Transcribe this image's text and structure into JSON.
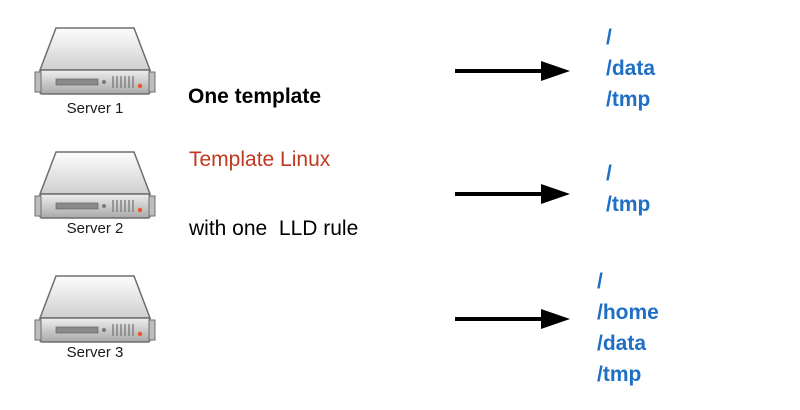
{
  "servers": [
    {
      "label": "Server 1",
      "paths": [
        "/",
        "/data",
        "/tmp"
      ]
    },
    {
      "label": "Server 2",
      "paths": [
        "/",
        "/tmp"
      ]
    },
    {
      "label": "Server 3",
      "paths": [
        "/",
        "/home",
        "/data",
        "/tmp"
      ]
    }
  ],
  "center": {
    "title": "One template",
    "template_name": "Template Linux",
    "rule_text": "with one  LLD rule"
  },
  "colors": {
    "path_color": "#1f6fc5",
    "template_color": "#c0381f",
    "arrow_color": "#000000"
  },
  "icons": {
    "server": "server-icon",
    "arrow": "arrow-right-icon"
  }
}
